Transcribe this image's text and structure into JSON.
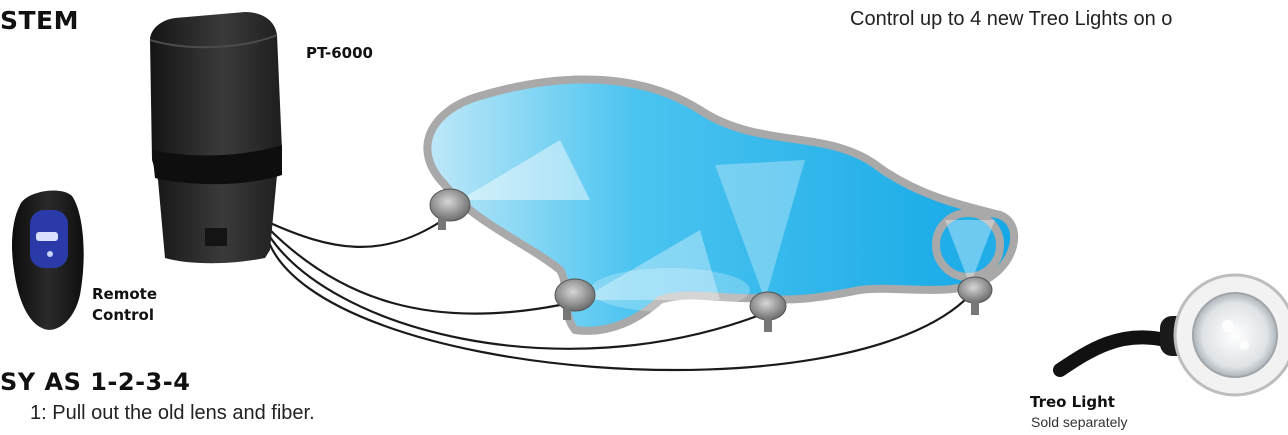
{
  "header": {
    "title_fragment": "STEM",
    "tagline": "Control up to 4 new Treo Lights on o"
  },
  "labels": {
    "controller": "PT-6000",
    "remote_line1": "Remote",
    "remote_line2": "Control",
    "treo_name": "Treo Light",
    "treo_note": "Sold separately"
  },
  "steps": {
    "heading": "SY AS 1-2-3-4",
    "step1": "1: Pull out the old lens and fiber."
  },
  "colors": {
    "water": "#2cb5ea",
    "pool_rim": "#a9a9a9",
    "remote_blue": "#2a3aa8",
    "controller": "#2b2b2b"
  }
}
